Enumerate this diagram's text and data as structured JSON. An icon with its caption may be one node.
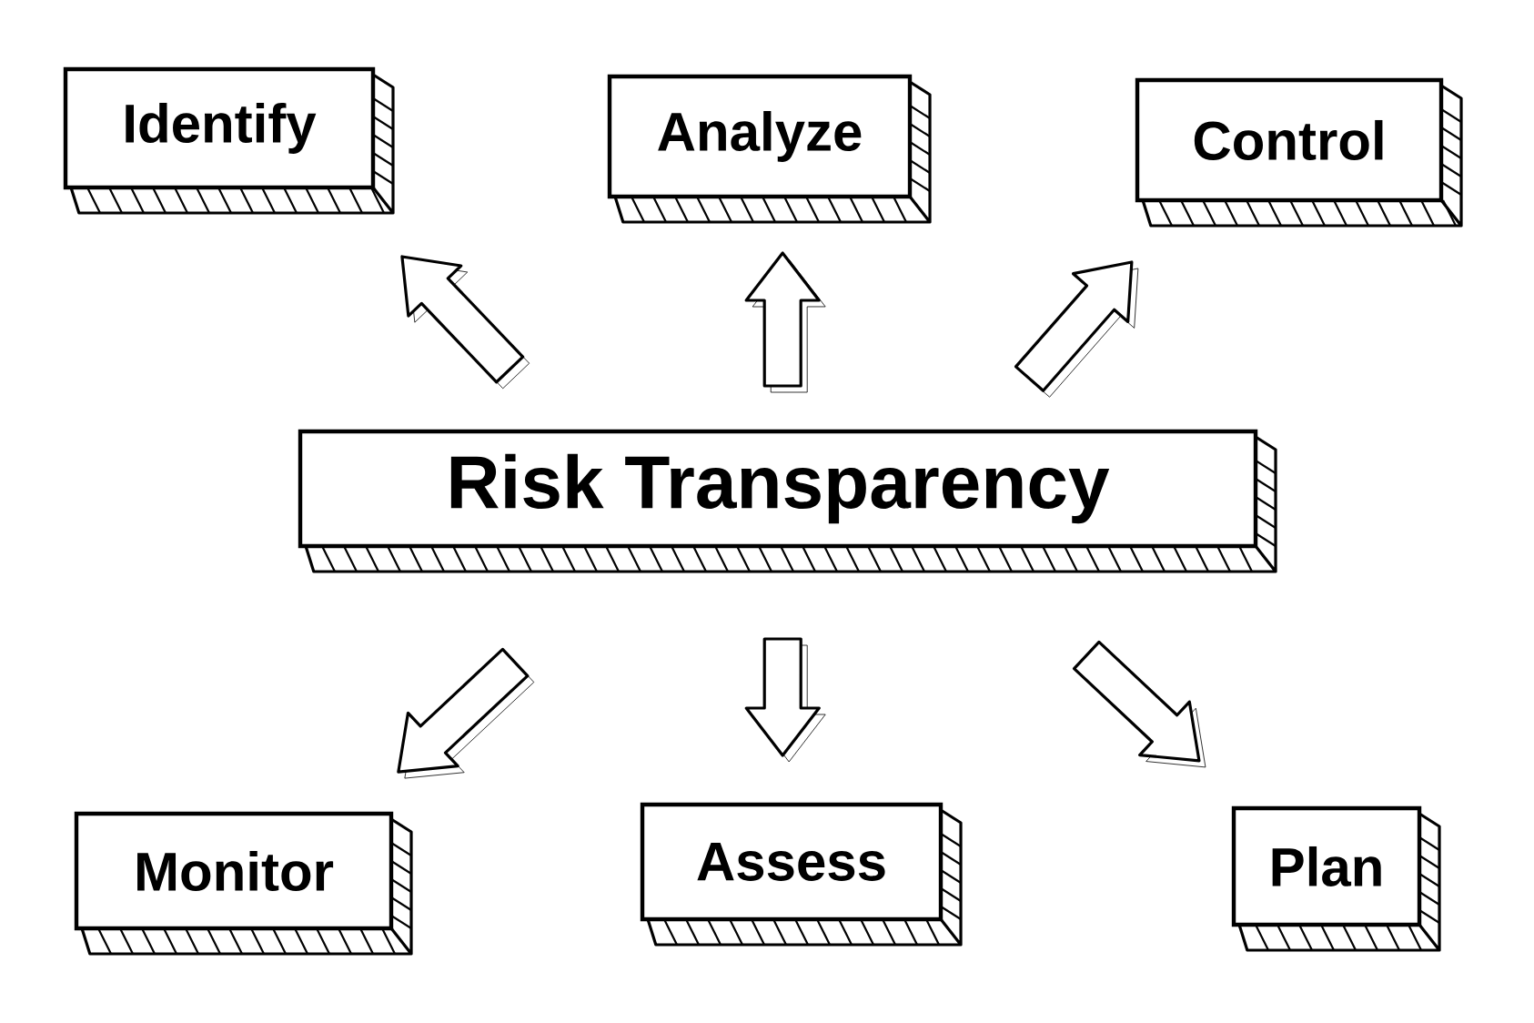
{
  "diagram": {
    "nodes": [
      {
        "text": [
          "Identify"
        ]
      },
      {
        "text": [
          "Analyze"
        ]
      },
      {
        "text": [
          "Control"
        ]
      },
      {
        "text": [
          "Risk Transparency"
        ]
      },
      {
        "text": [
          "Monitor"
        ]
      },
      {
        "text": [
          "Assess"
        ]
      },
      {
        "text": [
          "Plan"
        ]
      }
    ],
    "edges": [
      {
        "from": 3,
        "to": 0,
        "arrow": "to"
      },
      {
        "from": 3,
        "to": 1,
        "arrow": "to"
      },
      {
        "from": 3,
        "to": 2,
        "arrow": "to"
      },
      {
        "from": 3,
        "to": 4,
        "arrow": "to"
      },
      {
        "from": 3,
        "to": 5,
        "arrow": "to"
      },
      {
        "from": 3,
        "to": 6,
        "arrow": "to"
      }
    ]
  }
}
